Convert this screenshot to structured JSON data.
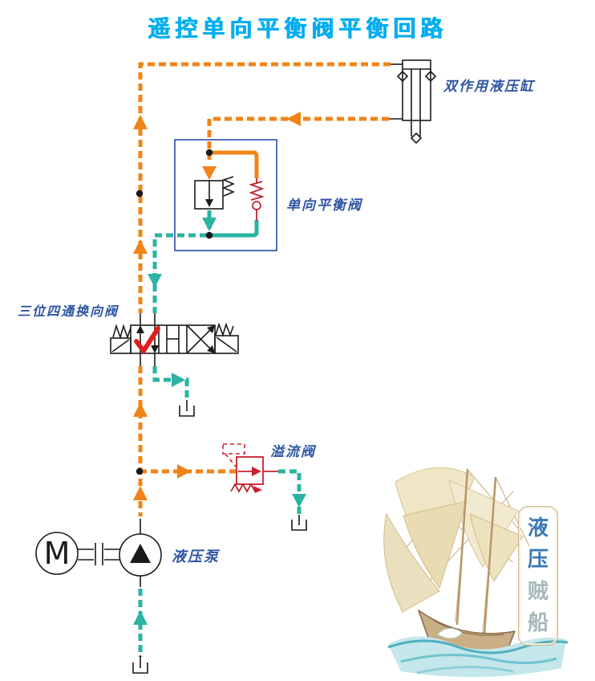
{
  "title": "遥控单向平衡阀平衡回路",
  "labels": {
    "cylinder": "双作用液压缸",
    "balance_valve": "单向平衡阀",
    "directional_valve": "三位四通换向阀",
    "relief_valve": "溢流阀",
    "pump": "液压泵",
    "motor_m": "M"
  },
  "watermark": {
    "chars": [
      "液",
      "压",
      "贼",
      "船"
    ]
  },
  "colors": {
    "title": "#00AEEF",
    "label": "#2F55A4",
    "pressure_line": "#F08418",
    "return_line": "#2BB3A3",
    "pilot_red": "#C8202F",
    "frame_blue": "#2B4BA8",
    "line_black": "#1A1A1A"
  },
  "diagram": {
    "type": "hydraulic-circuit",
    "components": [
      {
        "name": "double-acting-cylinder",
        "label": "双作用液压缸"
      },
      {
        "name": "one-way-balance-valve",
        "label": "单向平衡阀"
      },
      {
        "name": "three-position-four-way-directional-valve",
        "label": "三位四通换向阀",
        "active_position": "left",
        "marker": "red-check"
      },
      {
        "name": "relief-valve",
        "label": "溢流阀"
      },
      {
        "name": "hydraulic-pump",
        "label": "液压泵",
        "drive": "electric-motor-M"
      },
      {
        "name": "tanks",
        "count": 3
      }
    ],
    "line_legend": [
      {
        "style": "orange-dashed",
        "meaning": "pressure flow path"
      },
      {
        "style": "teal-dashed",
        "meaning": "return flow path"
      },
      {
        "style": "red",
        "meaning": "pilot / relief internals"
      }
    ]
  }
}
